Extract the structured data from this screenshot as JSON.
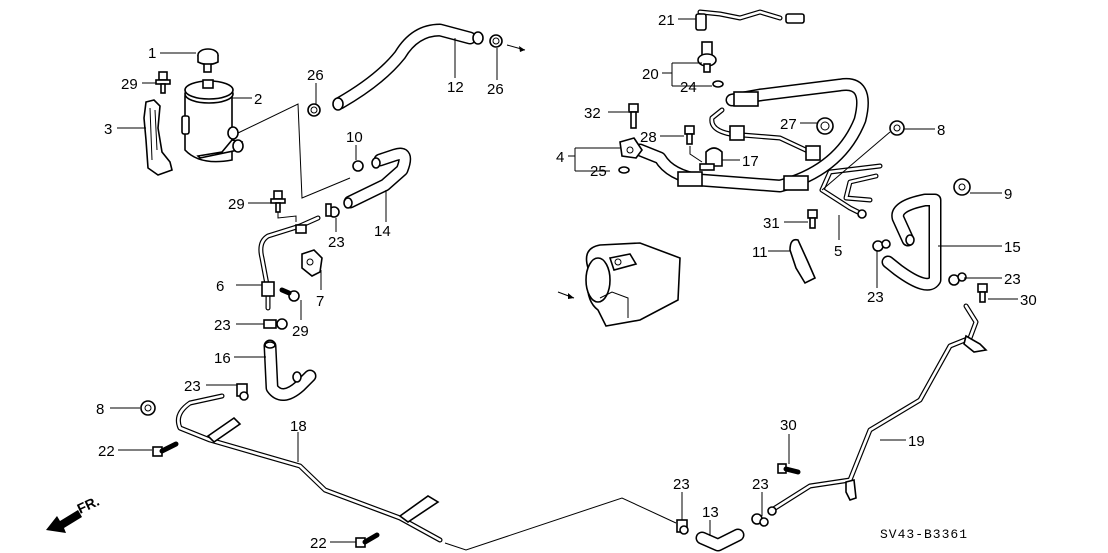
{
  "diagram": {
    "code": "SV43-B3361",
    "direction_label": "FR.",
    "callouts": [
      {
        "id": "c1",
        "text": "1"
      },
      {
        "id": "c2",
        "text": "2"
      },
      {
        "id": "c3",
        "text": "3"
      },
      {
        "id": "c4",
        "text": "4"
      },
      {
        "id": "c5",
        "text": "5"
      },
      {
        "id": "c6",
        "text": "6"
      },
      {
        "id": "c7",
        "text": "7"
      },
      {
        "id": "c8a",
        "text": "8"
      },
      {
        "id": "c8b",
        "text": "8"
      },
      {
        "id": "c9",
        "text": "9"
      },
      {
        "id": "c10",
        "text": "10"
      },
      {
        "id": "c11",
        "text": "11"
      },
      {
        "id": "c12",
        "text": "12"
      },
      {
        "id": "c13",
        "text": "13"
      },
      {
        "id": "c14",
        "text": "14"
      },
      {
        "id": "c15",
        "text": "15"
      },
      {
        "id": "c16",
        "text": "16"
      },
      {
        "id": "c17",
        "text": "17"
      },
      {
        "id": "c18",
        "text": "18"
      },
      {
        "id": "c19",
        "text": "19"
      },
      {
        "id": "c20",
        "text": "20"
      },
      {
        "id": "c21",
        "text": "21"
      },
      {
        "id": "c22a",
        "text": "22"
      },
      {
        "id": "c22b",
        "text": "22"
      },
      {
        "id": "c23a",
        "text": "23"
      },
      {
        "id": "c23b",
        "text": "23"
      },
      {
        "id": "c23c",
        "text": "23"
      },
      {
        "id": "c23d",
        "text": "23"
      },
      {
        "id": "c23e",
        "text": "23"
      },
      {
        "id": "c23f",
        "text": "23"
      },
      {
        "id": "c23g",
        "text": "23"
      },
      {
        "id": "c24",
        "text": "24"
      },
      {
        "id": "c25",
        "text": "25"
      },
      {
        "id": "c26a",
        "text": "26"
      },
      {
        "id": "c26b",
        "text": "26"
      },
      {
        "id": "c27",
        "text": "27"
      },
      {
        "id": "c28",
        "text": "28"
      },
      {
        "id": "c29a",
        "text": "29"
      },
      {
        "id": "c29b",
        "text": "29"
      },
      {
        "id": "c29c",
        "text": "29"
      },
      {
        "id": "c30a",
        "text": "30"
      },
      {
        "id": "c30b",
        "text": "30"
      },
      {
        "id": "c31",
        "text": "31"
      },
      {
        "id": "c32",
        "text": "32"
      }
    ]
  }
}
